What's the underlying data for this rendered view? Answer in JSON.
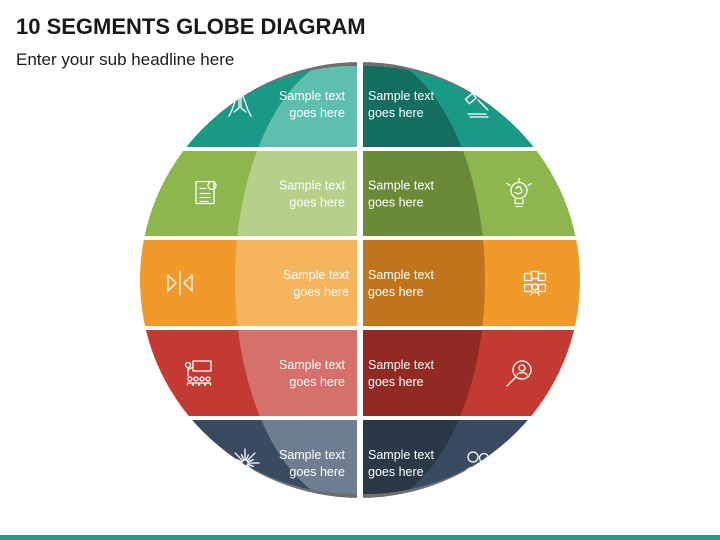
{
  "header": {
    "title": "10 SEGMENTS GLOBE DIAGRAM",
    "subtitle": "Enter your sub headline here"
  },
  "diagram": {
    "segments": [
      {
        "row": 0,
        "side": "left",
        "line1": "Sample text",
        "line2": "goes here",
        "icon": "praying-hands-icon",
        "base": "#1a9a86",
        "dark": "#136e60",
        "light": "#5fbfae"
      },
      {
        "row": 0,
        "side": "right",
        "line1": "Sample text",
        "line2": "goes here",
        "icon": "gavel-icon",
        "base": "#1a9a86",
        "dark": "#136e60",
        "light": "#5fbfae"
      },
      {
        "row": 1,
        "side": "left",
        "line1": "Sample text",
        "line2": "goes here",
        "icon": "certificate-icon",
        "base": "#8db64c",
        "dark": "#6a8a38",
        "light": "#b4d08a"
      },
      {
        "row": 1,
        "side": "right",
        "line1": "Sample text",
        "line2": "goes here",
        "icon": "lightbulb-brain-icon",
        "base": "#8db64c",
        "dark": "#6a8a38",
        "light": "#b4d08a"
      },
      {
        "row": 2,
        "side": "left",
        "line1": "Sample text",
        "line2": "goes here",
        "icon": "split-arrows-icon",
        "base": "#f19a2a",
        "dark": "#c0741c",
        "light": "#f5b45e"
      },
      {
        "row": 2,
        "side": "right",
        "line1": "Sample text",
        "line2": "goes here",
        "icon": "team-network-icon",
        "base": "#f19a2a",
        "dark": "#c0741c",
        "light": "#f5b45e"
      },
      {
        "row": 3,
        "side": "left",
        "line1": "Sample text",
        "line2": "goes here",
        "icon": "presentation-icon",
        "base": "#c23a32",
        "dark": "#922a24",
        "light": "#d6706a"
      },
      {
        "row": 3,
        "side": "right",
        "line1": "Sample text",
        "line2": "goes here",
        "icon": "search-person-icon",
        "base": "#c23a32",
        "dark": "#922a24",
        "light": "#d6706a"
      },
      {
        "row": 4,
        "side": "left",
        "line1": "Sample text",
        "line2": "goes here",
        "icon": "starburst-icon",
        "base": "#3a4a60",
        "dark": "#2b3848",
        "light": "#6e7d90"
      },
      {
        "row": 4,
        "side": "right",
        "line1": "Sample text",
        "line2": "goes here",
        "icon": "couple-icon",
        "base": "#3a4a60",
        "dark": "#2b3848",
        "light": "#6e7d90"
      }
    ]
  }
}
